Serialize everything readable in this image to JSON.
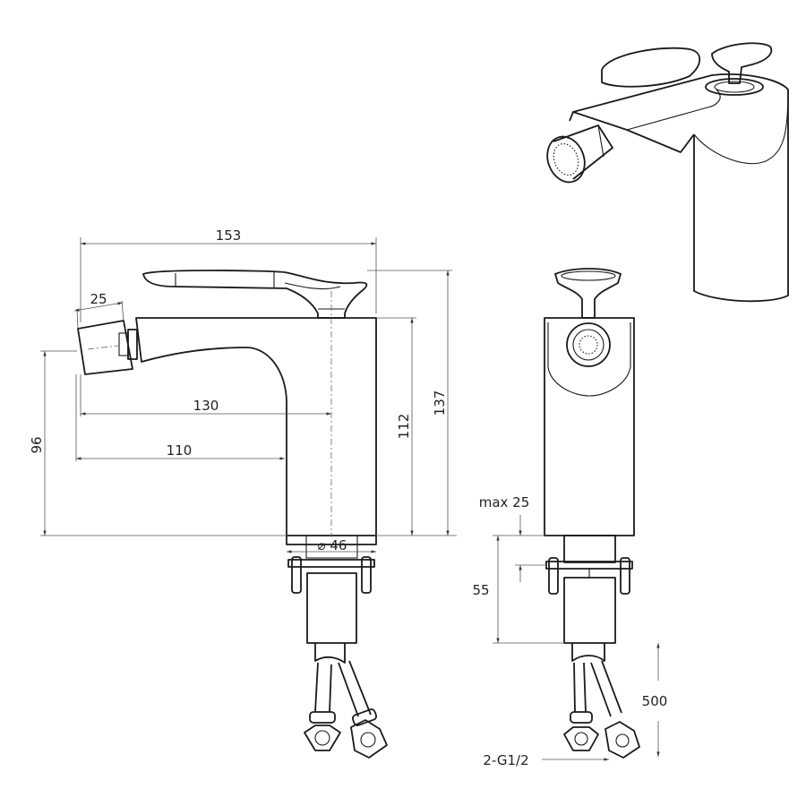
{
  "side_view": {
    "dim_total_length": "153",
    "dim_aerator": "25",
    "dim_spout_reach_center": "130",
    "dim_spout_reach_body": "110",
    "dim_spout_height": "96",
    "dim_body_height": "112",
    "dim_total_height": "137",
    "dim_base_diameter": "⌀ 46"
  },
  "front_view": {
    "dim_max_deck": "max 25",
    "dim_shank": "55",
    "dim_hose_length": "500",
    "dim_thread": "2-G1/2"
  }
}
